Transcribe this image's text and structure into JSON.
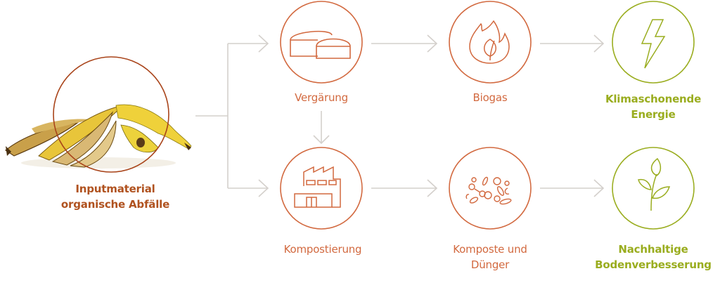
{
  "colors": {
    "process": "#d2693f",
    "input": "#a9441a",
    "output": "#9aad1f",
    "connector": "#d4d0cc"
  },
  "input": {
    "label_line1": "Inputmaterial",
    "label_line2": "organische Abfälle",
    "image": "banana-peel-image"
  },
  "nodes": {
    "vergaerung": {
      "label": "Vergärung",
      "icon": "digester-tanks-icon"
    },
    "biogas": {
      "label": "Biogas",
      "icon": "flame-leaf-icon"
    },
    "energie": {
      "label_line1": "Klimaschonende",
      "label_line2": "Energie",
      "icon": "lightning-bolt-icon"
    },
    "kompostierung": {
      "label": "Kompostierung",
      "icon": "factory-icon"
    },
    "kompost": {
      "label_line1": "Komposte und",
      "label_line2": "Dünger",
      "icon": "compost-particles-icon"
    },
    "boden": {
      "label_line1": "Nachhaltige",
      "label_line2": "Bodenverbesserung",
      "icon": "plant-sprout-icon"
    }
  }
}
